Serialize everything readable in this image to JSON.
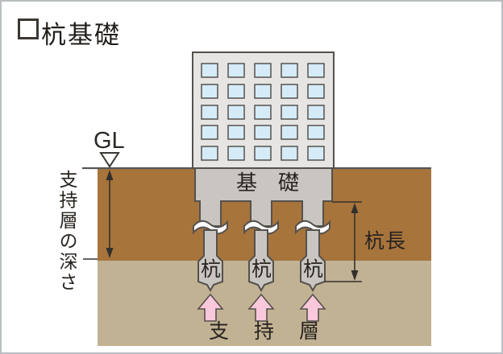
{
  "title": {
    "text": "杭基礎"
  },
  "labels": {
    "gl": "GL",
    "depth": "支持層の深さ",
    "foundation": "基礎",
    "pile_length": "杭長",
    "bearing_layer": "支持層"
  },
  "piles": [
    {
      "label": "杭"
    },
    {
      "label": "杭"
    },
    {
      "label": "杭"
    }
  ],
  "building": {
    "windows": {
      "rows": 5,
      "cols": 5
    }
  },
  "colors": {
    "soil_dark": "#a7743c",
    "soil_light": "#c2b294",
    "building_gray": "#e6e5e3",
    "concrete_gray": "#c9c6c2",
    "window_blue": "#d5ecf8",
    "arrow_pink": "#f9c8db",
    "outline": "#55514d",
    "text": "#27231f",
    "frame_border": "#b9bdbf"
  }
}
